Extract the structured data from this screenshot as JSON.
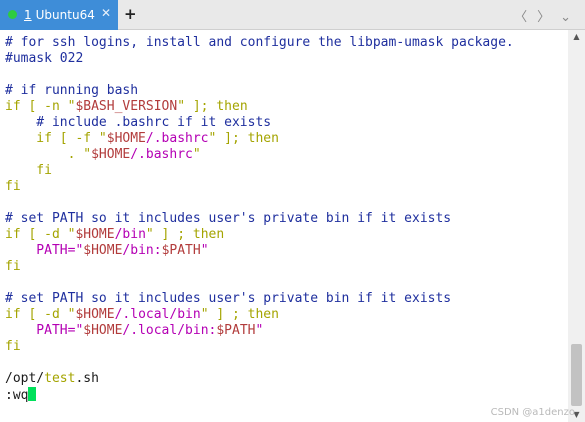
{
  "tabbar": {
    "tab": {
      "number": "1",
      "label": "Ubuntu64",
      "close_glyph": "✕"
    },
    "new_tab_glyph": "+",
    "prev_glyph": "〈",
    "next_glyph": "〉",
    "more_glyph": "⌄"
  },
  "colors": {
    "tab_active": "#3e8dd8",
    "status_dot": "#2ecc40",
    "comment": "#1f2f9e",
    "keyword": "#a4a400",
    "string": "#b400b4",
    "variable": "#b23c3c",
    "cursor": "#00e05a"
  },
  "terminal": {
    "lines": [
      [
        {
          "t": "# for ssh logins, install and configure the libpam-umask package.",
          "c": "comment"
        }
      ],
      [
        {
          "t": "#umask 022",
          "c": "comment"
        }
      ],
      [],
      [
        {
          "t": "# if running bash",
          "c": "comment"
        }
      ],
      [
        {
          "t": "if [ -n \"",
          "c": "kw"
        },
        {
          "t": "$BASH_VERSION",
          "c": "var"
        },
        {
          "t": "\" ]; then",
          "c": "kw"
        }
      ],
      [
        {
          "t": "    # include .bashrc if it exists",
          "c": "comment"
        }
      ],
      [
        {
          "t": "    if [ -f \"",
          "c": "kw"
        },
        {
          "t": "$HOME",
          "c": "var"
        },
        {
          "t": "/.bashrc",
          "c": "str"
        },
        {
          "t": "\" ]; then",
          "c": "kw"
        }
      ],
      [
        {
          "t": "        . \"",
          "c": "kw"
        },
        {
          "t": "$HOME",
          "c": "var"
        },
        {
          "t": "/.bashrc",
          "c": "str"
        },
        {
          "t": "\"",
          "c": "kw"
        }
      ],
      [
        {
          "t": "    fi",
          "c": "kw"
        }
      ],
      [
        {
          "t": "fi",
          "c": "kw"
        }
      ],
      [],
      [
        {
          "t": "# set PATH so it includes user's private bin if it exists",
          "c": "comment"
        }
      ],
      [
        {
          "t": "if [ -d \"",
          "c": "kw"
        },
        {
          "t": "$HOME",
          "c": "var"
        },
        {
          "t": "/bin",
          "c": "str"
        },
        {
          "t": "\" ] ; then",
          "c": "kw"
        }
      ],
      [
        {
          "t": "    PATH=\"",
          "c": "str"
        },
        {
          "t": "$HOME",
          "c": "var"
        },
        {
          "t": "/bin:",
          "c": "str"
        },
        {
          "t": "$PATH",
          "c": "var"
        },
        {
          "t": "\"",
          "c": "str"
        }
      ],
      [
        {
          "t": "fi",
          "c": "kw"
        }
      ],
      [],
      [
        {
          "t": "# set PATH so it includes user's private bin if it exists",
          "c": "comment"
        }
      ],
      [
        {
          "t": "if [ -d \"",
          "c": "kw"
        },
        {
          "t": "$HOME",
          "c": "var"
        },
        {
          "t": "/.local/bin",
          "c": "str"
        },
        {
          "t": "\" ] ; then",
          "c": "kw"
        }
      ],
      [
        {
          "t": "    PATH=\"",
          "c": "str"
        },
        {
          "t": "$HOME",
          "c": "var"
        },
        {
          "t": "/.local/bin:",
          "c": "str"
        },
        {
          "t": "$PATH",
          "c": "var"
        },
        {
          "t": "\"",
          "c": "str"
        }
      ],
      [
        {
          "t": "fi",
          "c": "kw"
        }
      ],
      [],
      [
        {
          "t": "/opt/",
          "c": "text"
        },
        {
          "t": "test",
          "c": "kw"
        },
        {
          "t": ".sh",
          "c": "text"
        }
      ],
      [
        {
          "t": ":wq",
          "c": "text"
        },
        {
          "t": "",
          "c": "cursor"
        }
      ]
    ]
  },
  "watermark": "CSDN @a1denzo"
}
